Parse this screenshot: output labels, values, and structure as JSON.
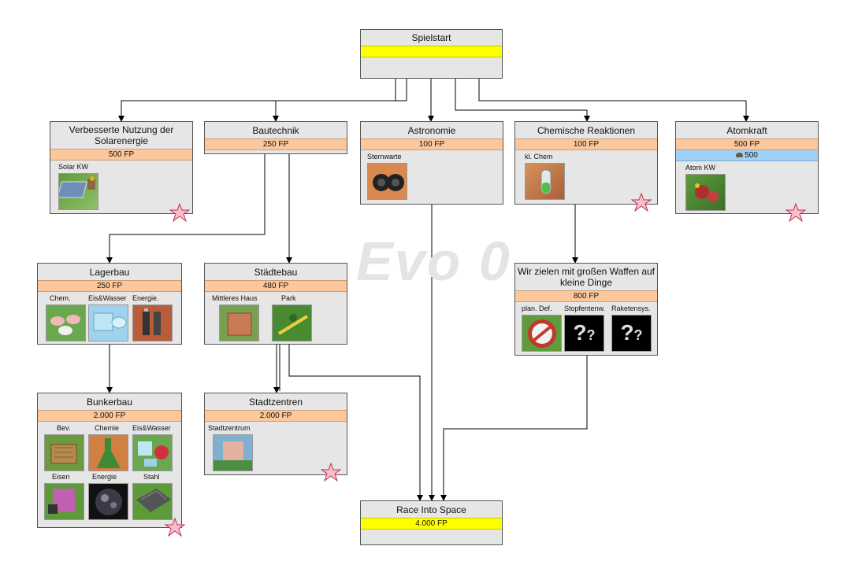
{
  "watermark": "Evo 0",
  "nodes": {
    "spielstart": {
      "title": "Spielstart",
      "cost": ""
    },
    "solar": {
      "title": "Verbesserte Nutzung der Solarenergie",
      "cost": "500 FP",
      "items": [
        "Solar KW"
      ]
    },
    "bautechnik": {
      "title": "Bautechnik",
      "cost": "250 FP"
    },
    "astronomie": {
      "title": "Astronomie",
      "cost": "100 FP",
      "items": [
        "Sternwarte"
      ]
    },
    "chemische": {
      "title": "Chemische Reaktionen",
      "cost": "100 FP",
      "items": [
        "kl. Chem"
      ]
    },
    "atomkraft": {
      "title": "Atomkraft",
      "cost": "500 FP",
      "cost2": "500",
      "items": [
        "Atom KW"
      ]
    },
    "lagerbau": {
      "title": "Lagerbau",
      "cost": "250 FP",
      "items": [
        "Chem.",
        "Eis&Wasser",
        "Energie."
      ]
    },
    "staedtebau": {
      "title": "Städtebau",
      "cost": "480 FP",
      "items": [
        "Mittleres Haus",
        "Park"
      ]
    },
    "waffen": {
      "title": "Wir zielen mit großen Waffen auf kleine Dinge",
      "cost": "800 FP",
      "items": [
        "plan. Def.",
        "Stopfentenw.",
        "Raketensys."
      ]
    },
    "bunkerbau": {
      "title": "Bunkerbau",
      "cost": "2.000 FP",
      "items": [
        "Bev.",
        "Chemie",
        "Eis&Wasser",
        "Eisen",
        "Energie",
        "Stahl"
      ]
    },
    "stadtzentren": {
      "title": "Stadtzentren",
      "cost": "2.000 FP",
      "items": [
        "Stadtzentrum"
      ]
    },
    "race": {
      "title": "Race Into Space",
      "cost": "4.000 FP"
    }
  },
  "colors": {
    "cost": "#fcc79a",
    "cost_goal": "#ffff00",
    "cost_alt": "#9fd0f7",
    "box": "#e6e6e6",
    "star": "#f6c0c8"
  }
}
